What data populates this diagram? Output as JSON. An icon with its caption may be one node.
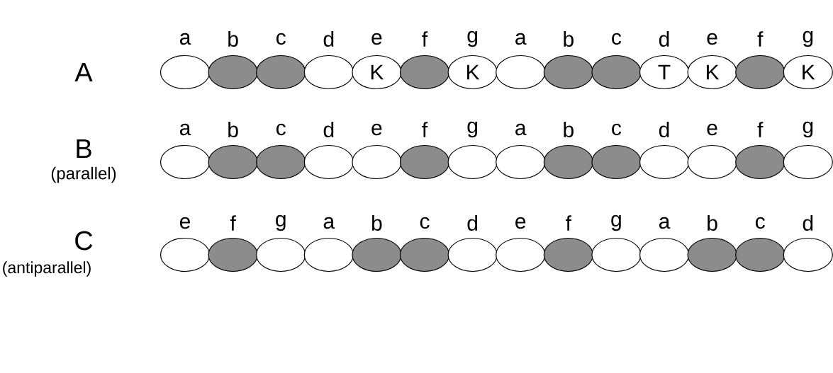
{
  "diagram": {
    "nodes": [
      {
        "text": [],
        "shape": "ellipse"
      },
      {
        "text": [],
        "shape": "ellipse"
      },
      {
        "text": [],
        "shape": "ellipse"
      },
      {
        "text": [],
        "shape": "ellipse"
      },
      {
        "text": [
          "K"
        ]
      },
      {
        "text": [],
        "shape": "ellipse"
      },
      {
        "text": [
          "K"
        ]
      },
      {
        "text": [],
        "shape": "ellipse"
      },
      {
        "text": [],
        "shape": "ellipse"
      },
      {
        "text": [],
        "shape": "ellipse"
      },
      {
        "text": [
          "T"
        ]
      },
      {
        "text": [
          "K"
        ]
      },
      {
        "text": [],
        "shape": "ellipse"
      },
      {
        "text": [
          "K"
        ]
      },
      {
        "text": [],
        "shape": "ellipse"
      },
      {
        "text": [],
        "shape": "ellipse"
      },
      {
        "text": [],
        "shape": "ellipse"
      },
      {
        "text": [],
        "shape": "ellipse"
      },
      {
        "text": [],
        "shape": "ellipse"
      },
      {
        "text": [],
        "shape": "ellipse"
      },
      {
        "text": [],
        "shape": "ellipse"
      },
      {
        "text": [],
        "shape": "ellipse"
      },
      {
        "text": [],
        "shape": "ellipse"
      },
      {
        "text": [],
        "shape": "ellipse"
      },
      {
        "text": [],
        "shape": "ellipse"
      },
      {
        "text": [],
        "shape": "ellipse"
      },
      {
        "text": [],
        "shape": "ellipse"
      },
      {
        "text": [],
        "shape": "ellipse"
      },
      {
        "text": [],
        "shape": "ellipse"
      },
      {
        "text": [],
        "shape": "ellipse"
      },
      {
        "text": [],
        "shape": "ellipse"
      },
      {
        "text": [],
        "shape": "ellipse"
      },
      {
        "text": [],
        "shape": "ellipse"
      },
      {
        "text": [],
        "shape": "ellipse"
      },
      {
        "text": [],
        "shape": "ellipse"
      },
      {
        "text": [],
        "shape": "ellipse"
      },
      {
        "text": [],
        "shape": "ellipse"
      },
      {
        "text": [],
        "shape": "ellipse"
      },
      {
        "text": [],
        "shape": "ellipse"
      },
      {
        "text": [],
        "shape": "ellipse"
      },
      {
        "text": [],
        "shape": "ellipse"
      },
      {
        "text": [],
        "shape": "ellipse"
      }
    ],
    "labels": [
      "a",
      "b",
      "c",
      "d",
      "e",
      "f",
      "g",
      "a",
      "b",
      "c",
      "d",
      "e",
      "f",
      "g",
      "A",
      "a",
      "b",
      "c",
      "d",
      "e",
      "f",
      "g",
      "a",
      "b",
      "c",
      "d",
      "e",
      "f",
      "g",
      "B",
      "(parallel)",
      "e",
      "f",
      "g",
      "a",
      "b",
      "c",
      "d",
      "e",
      "f",
      "g",
      "a",
      "b",
      "c",
      "d",
      "C",
      "(antiparallel)"
    ]
  }
}
